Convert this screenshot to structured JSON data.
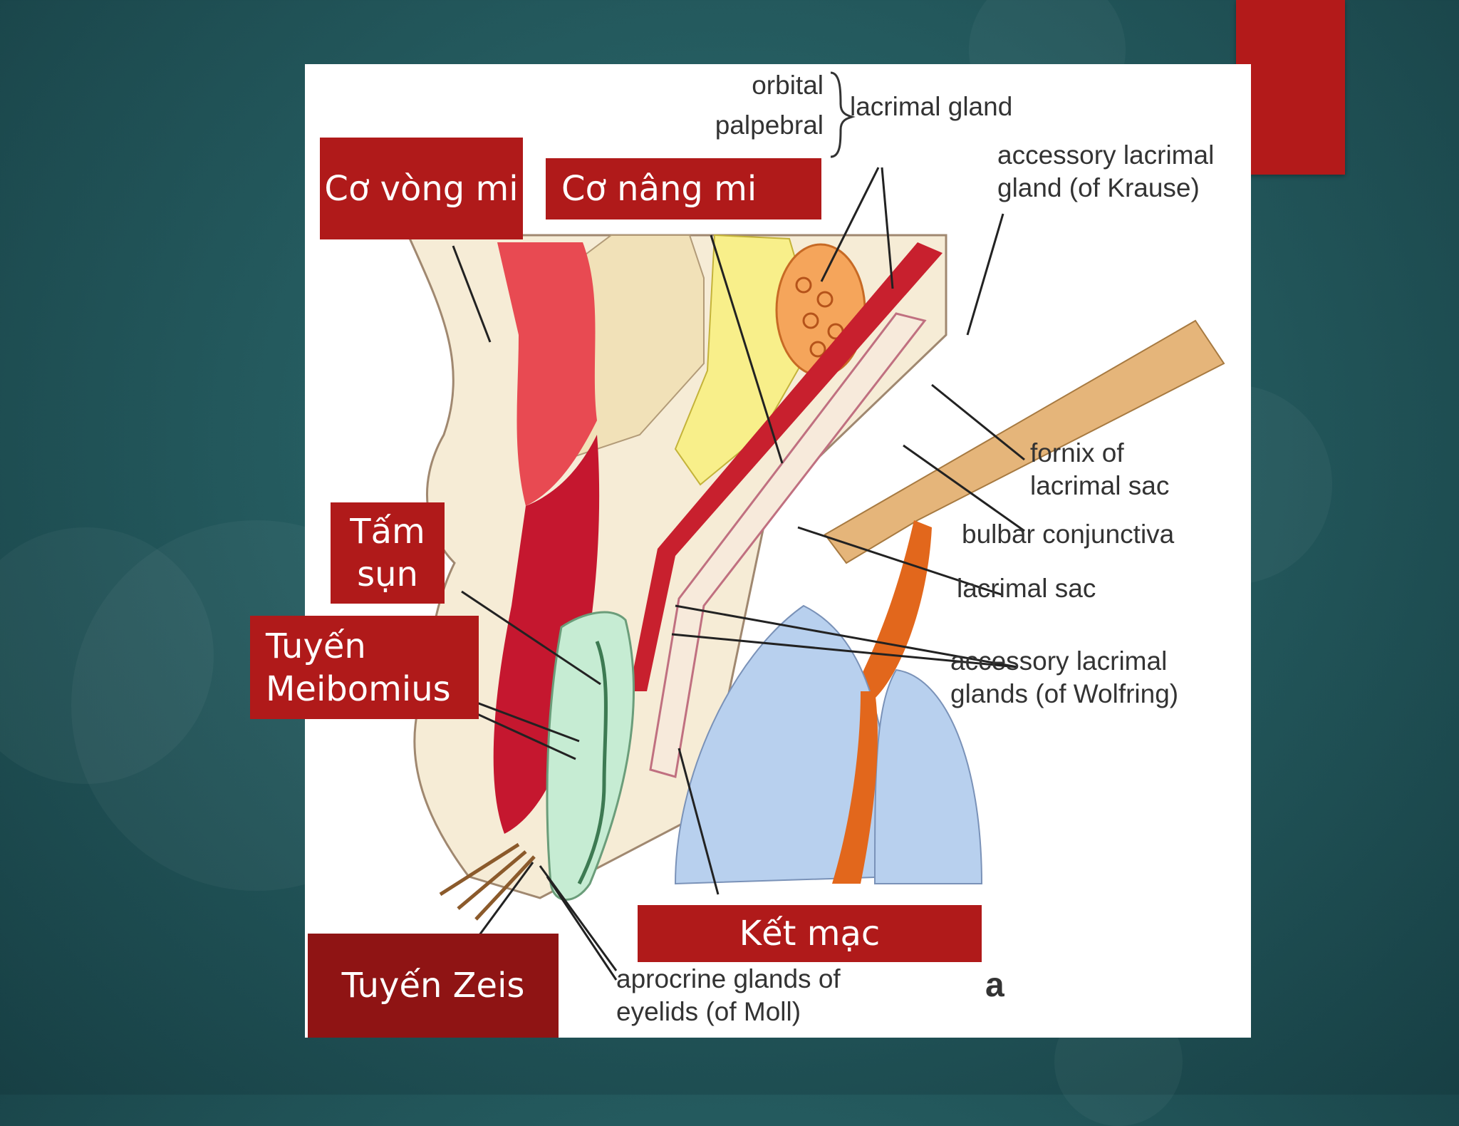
{
  "callouts": {
    "co_vong_mi": "Cơ vòng mi",
    "co_nang_mi": "Cơ nâng mi",
    "tam_sun": "Tấm sụn",
    "tuyen_meibomius": "Tuyến Meibomius",
    "ket_mac": "Kết mạc",
    "tuyen_zeis": "Tuyến Zeis"
  },
  "diagram_labels": {
    "orbital": "orbital",
    "palpebral": "palpebral",
    "lacrimal_gland": "lacrimal gland",
    "accessory_krause_1": "accessory lacrimal",
    "accessory_krause_2": "gland (of Krause)",
    "fornix_1": "fornix of",
    "fornix_2": "lacrimal sac",
    "bulbar_conjunctiva": "bulbar conjunctiva",
    "lacrimal_sac": "lacrimal sac",
    "accessory_wolfring_1": "accessory lacrimal",
    "accessory_wolfring_2": "glands (of Wolfring)",
    "moll_1": "aprocrine glands of",
    "moll_2": "eyelids (of Moll)",
    "panel_letter": "a"
  },
  "colors": {
    "background": "#245a5e",
    "accent_red": "#b01a1a",
    "figure_background": "#ffffff"
  }
}
